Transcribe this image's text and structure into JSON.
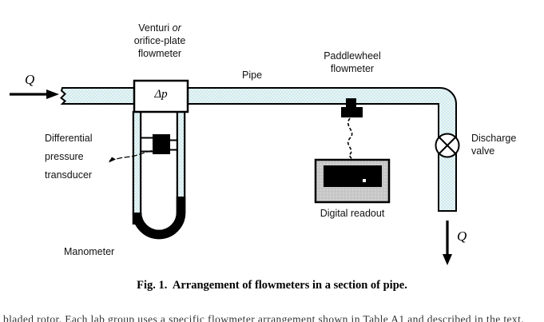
{
  "figure": {
    "labels": {
      "venturi_line1a": "Venturi",
      "venturi_line1b": "or",
      "venturi_line2": "orifice-plate",
      "venturi_line3": "flowmeter",
      "pipe": "Pipe",
      "paddlewheel_line1": "Paddlewheel",
      "paddlewheel_line2": "flowmeter",
      "discharge_line1": "Discharge",
      "discharge_line2": "valve",
      "transducer_line1": "Differential",
      "transducer_line2": "pressure",
      "transducer_line3": "transducer",
      "manometer": "Manometer",
      "digital_readout": "Digital readout",
      "delta_p": "Δp",
      "flow_in": "Q",
      "flow_out": "Q"
    },
    "caption": "Fig. 1.  Arrangement of flowmeters in a section of pipe.",
    "cropped_bottom_text": "bladed rotor. Each lab group uses a specific flowmeter arrangement shown in Table A1 and described in the text.",
    "colors": {
      "pipe_fill_base": "#cfe9f3",
      "pipe_fill_alt": "#e9f6f0",
      "readout_body": "#c6c6c6",
      "readout_dot": "#dedede",
      "screen": "#000000",
      "ink": "#000000",
      "box_fill": "#ffffff"
    }
  }
}
